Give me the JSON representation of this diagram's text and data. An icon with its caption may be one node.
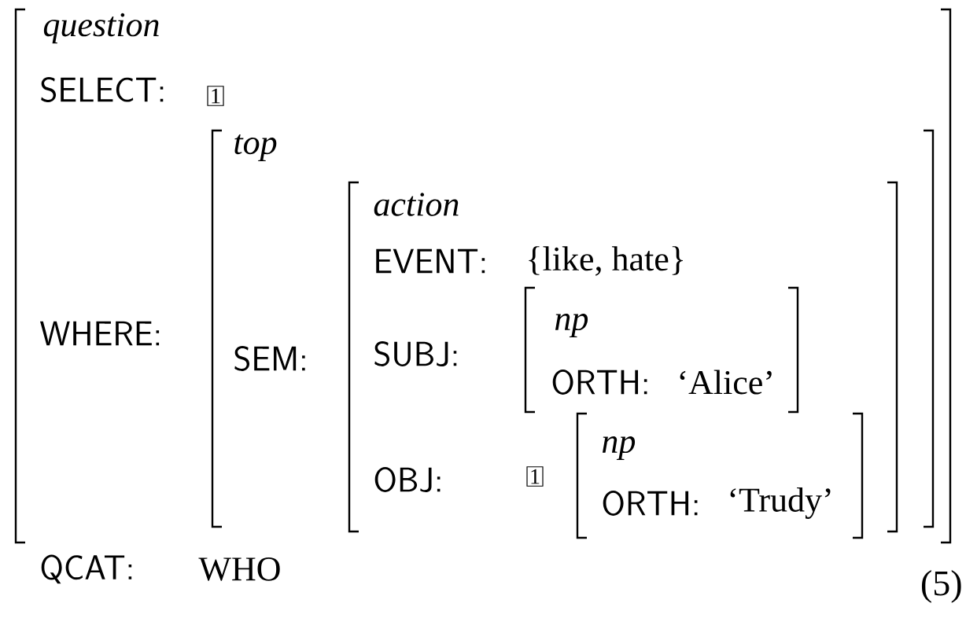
{
  "diagram": {
    "nodes": [
      {
        "text": [
          "question",
          "SELECT:",
          "WHERE:",
          "QCAT:",
          "WHO"
        ]
      },
      {
        "text": [
          "1"
        ],
        "in": 0
      },
      {
        "text": [
          "top",
          "SEM:"
        ],
        "in": 0
      },
      {
        "text": [
          "action",
          "EVENT:",
          "{like, hate}",
          "SUBJ:",
          "OBJ:"
        ],
        "in": 2
      },
      {
        "text": [
          "np",
          "ORTH:",
          "‘Alice’"
        ],
        "in": 3
      },
      {
        "text": [
          "1"
        ],
        "in": 3
      },
      {
        "text": [
          "np",
          "ORTH:",
          "‘Trudy’"
        ],
        "in": 3
      }
    ],
    "labels": [
      "(5)"
    ]
  }
}
